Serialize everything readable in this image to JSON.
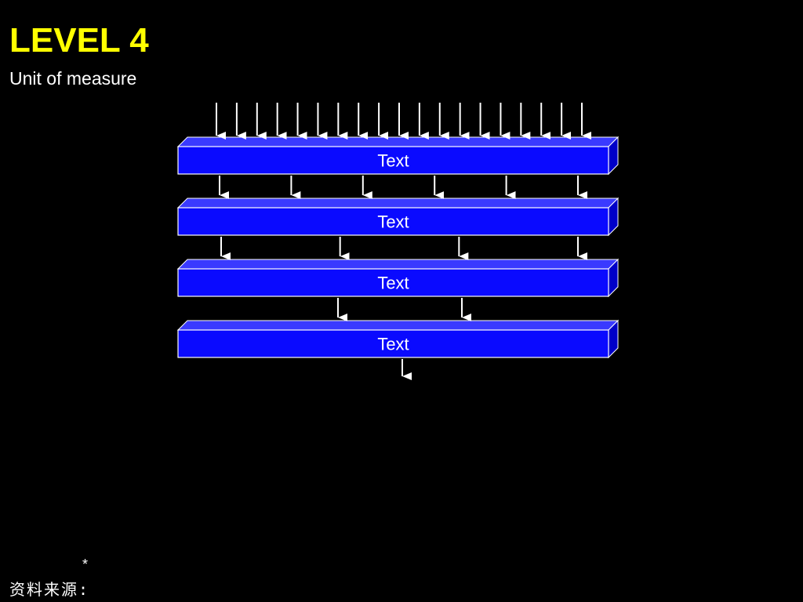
{
  "slide": {
    "title": "LEVEL 4",
    "subtitle": "Unit of measure",
    "footnote_marker": "*",
    "source_label": "资料来源:"
  },
  "diagram": {
    "levels": [
      {
        "label": "Text",
        "incoming_arrows": 19
      },
      {
        "label": "Text",
        "incoming_arrows": 6
      },
      {
        "label": "Text",
        "incoming_arrows": 4
      },
      {
        "label": "Text",
        "incoming_arrows": 2
      }
    ],
    "output_arrows": 1,
    "colors": {
      "bar_front": "#0a0aff",
      "bar_top": "#3a3aff",
      "bar_side": "#0000c8",
      "bar_border": "#ffffff",
      "arrow": "#ffffff",
      "title": "#ffff00",
      "background": "#000000"
    }
  }
}
